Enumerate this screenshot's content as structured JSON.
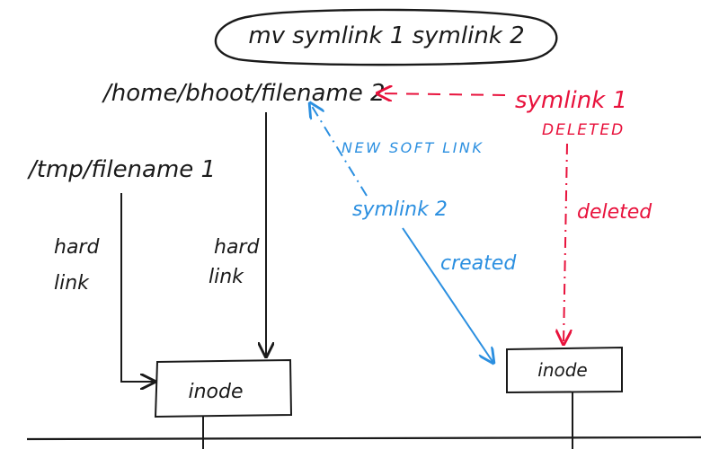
{
  "command": "mv symlink 1 symlink 2",
  "paths": {
    "file2": "/home/bhoot/filename 2",
    "file1": "/tmp/filename 1"
  },
  "links": {
    "hard_left": [
      "hard",
      "link"
    ],
    "hard_right": [
      "hard",
      "link"
    ],
    "new_soft_link": "NEW SOFT LINK",
    "created": "created",
    "deleted": "deleted"
  },
  "symlinks": {
    "symlink1": "symlink 1",
    "symlink1_status": "DELETED",
    "symlink2": "symlink 2"
  },
  "inodes": {
    "left": "inode",
    "right": "inode"
  },
  "colors": {
    "black": "#1a1a1a",
    "red": "#e8123c",
    "blue": "#2b8fe0"
  }
}
